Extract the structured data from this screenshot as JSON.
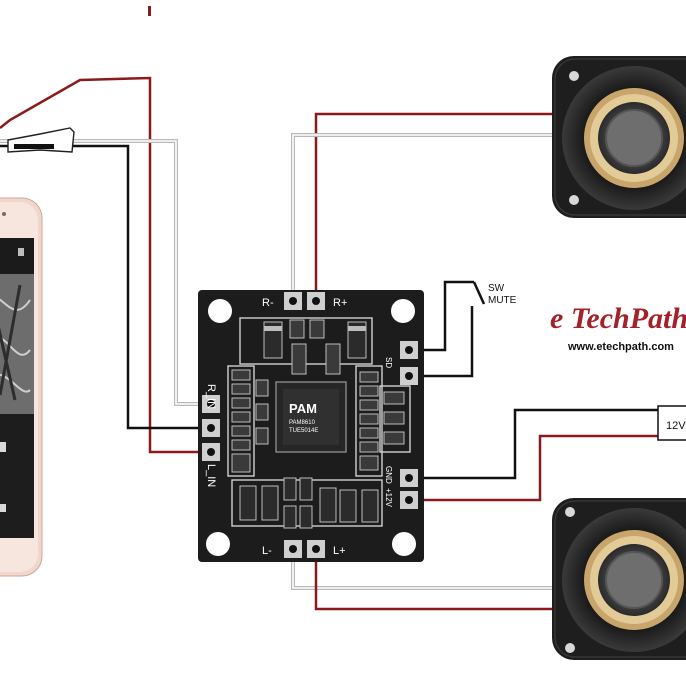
{
  "board": {
    "label_r_minus": "R-",
    "label_r_plus": "R+",
    "label_l_minus": "L-",
    "label_l_plus": "L+",
    "label_r_in": "R_IN",
    "label_l_in": "L_IN",
    "label_sd": "SD",
    "label_gnd": "GND",
    "label_12v_pin": "+12V",
    "chip_brand": "PAM",
    "chip_line1": "PAM8610",
    "chip_line2": "TUE5014E"
  },
  "switch": {
    "label_line1": "SW",
    "label_line2": "MUTE"
  },
  "power": {
    "label": "12V"
  },
  "brand": {
    "logo_text": "e TechPath",
    "url": "www.etechpath.com"
  },
  "colors": {
    "wire_red": "#8b1a1a",
    "wire_black": "#111111",
    "wire_white": "#b9b9b9",
    "pcb": "#1c1c1c",
    "speaker_ring": "#c8a56b",
    "phone_body": "#f1d7cb"
  }
}
